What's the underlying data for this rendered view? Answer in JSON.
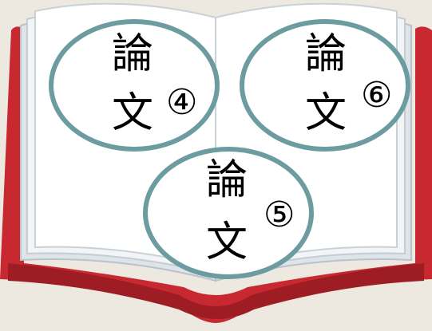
{
  "colors": {
    "background": "#ede8e0",
    "cover": "#c8282f",
    "cover_shadow": "#9e1d24",
    "page": "#ffffff",
    "page_edge": "#d7dde3",
    "ring": "#6c9ca0",
    "text": "#000000"
  },
  "rings": [
    {
      "kanji_top": "論",
      "kanji_bottom": "文",
      "number": "④"
    },
    {
      "kanji_top": "論",
      "kanji_bottom": "文",
      "number": "⑥"
    },
    {
      "kanji_top": "論",
      "kanji_bottom": "文",
      "number": "⑤"
    }
  ]
}
